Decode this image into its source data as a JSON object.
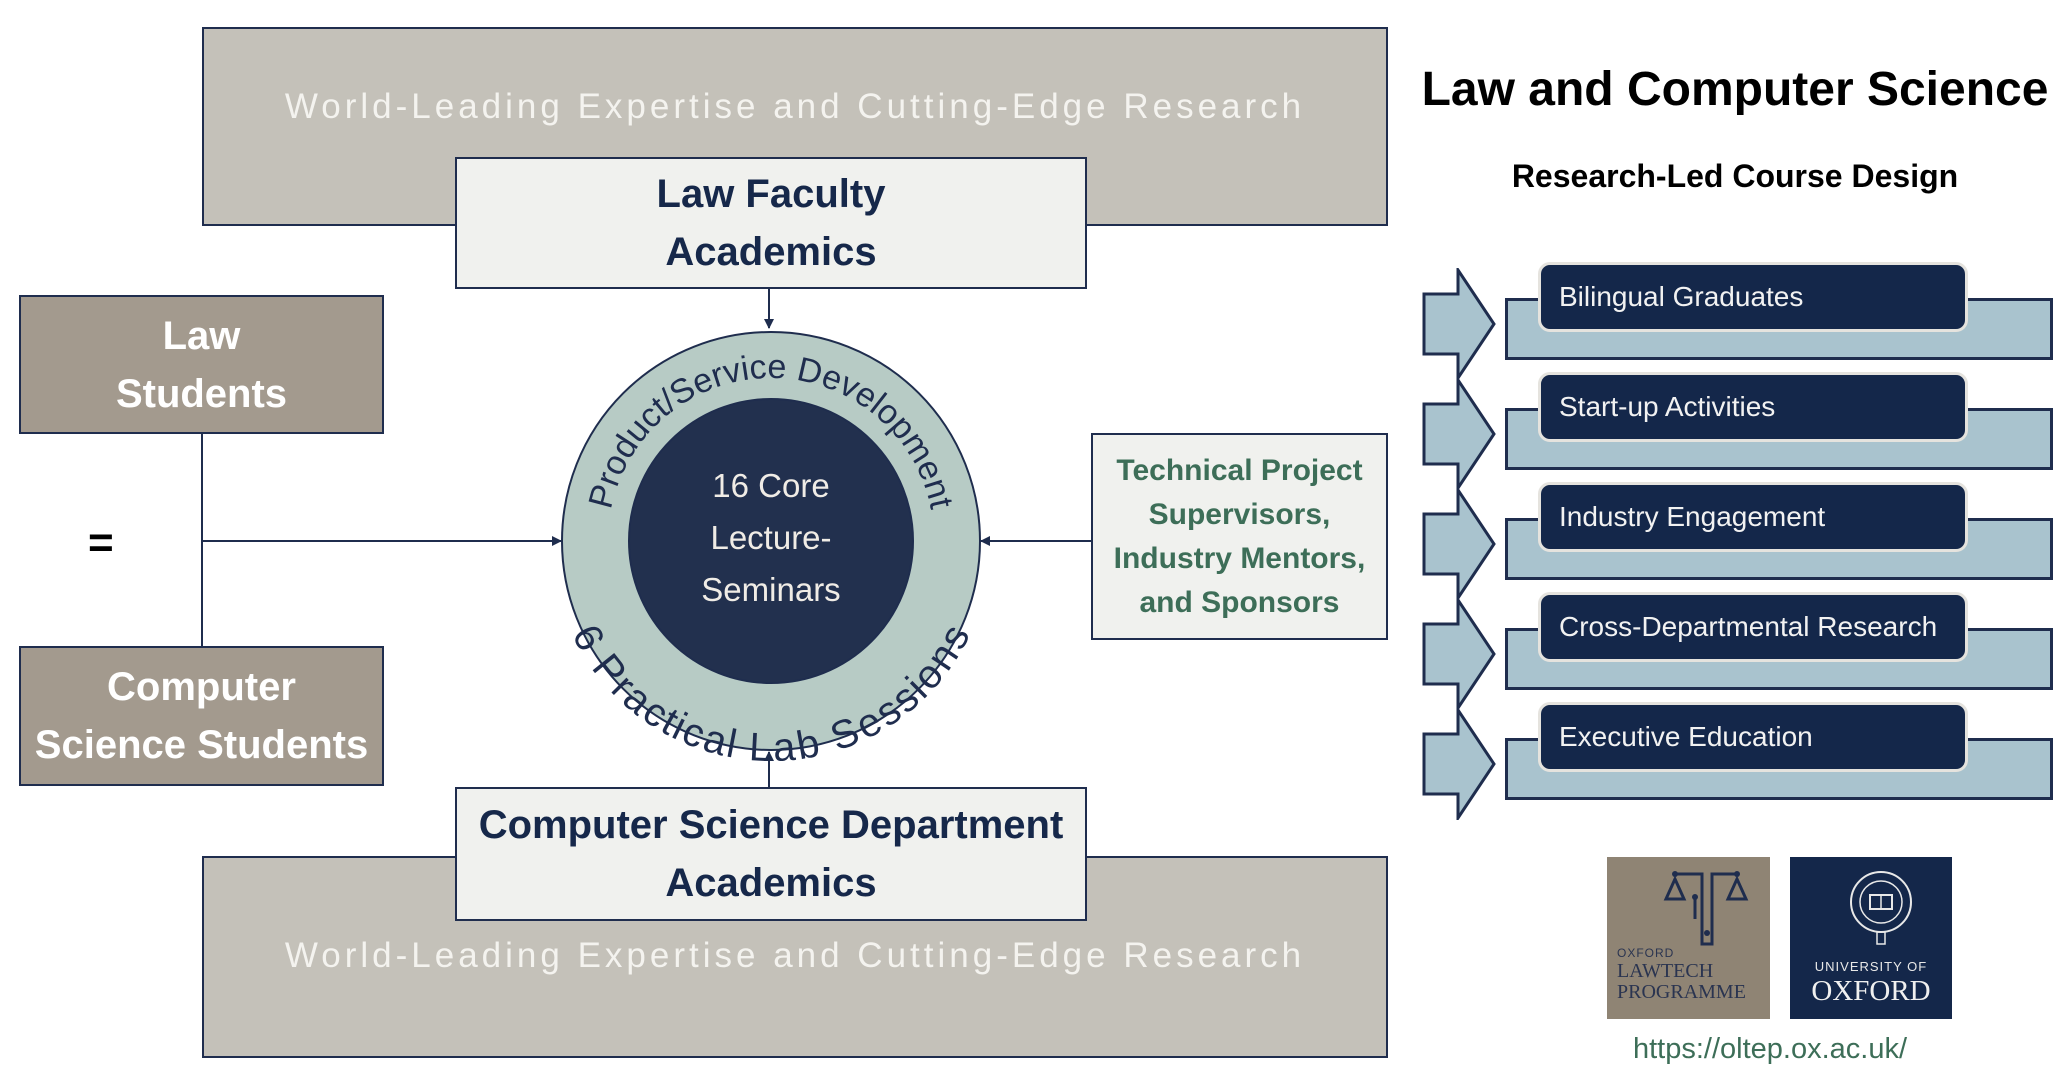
{
  "top_band": {
    "text": "World-Leading Expertise and Cutting-Edge Research"
  },
  "bottom_band": {
    "text": "World-Leading Expertise and Cutting-Edge Research"
  },
  "law_faculty": {
    "line1": "Law Faculty",
    "line2": "Academics"
  },
  "cs_department": {
    "line1": "Computer Science Department",
    "line2": "Academics"
  },
  "law_students": {
    "line1": "Law",
    "line2": "Students"
  },
  "cs_students": {
    "line1": "Computer",
    "line2": "Science Students"
  },
  "equals": "=",
  "circle": {
    "outer_top": "Product/Service Development",
    "outer_bottom": "6 Practical Lab Sessions",
    "inner_line1": "16 Core",
    "inner_line2": "Lecture-",
    "inner_line3": "Seminars"
  },
  "technical": {
    "line1": "Technical Project",
    "line2": "Supervisors,",
    "line3": "Industry Mentors,",
    "line4": "and Sponsors"
  },
  "header": {
    "title": "Law and Computer Science",
    "subtitle": "Research-Led Course Design"
  },
  "outcomes": [
    {
      "label": "Bilingual Graduates"
    },
    {
      "label": "Start-up Activities"
    },
    {
      "label": "Industry Engagement"
    },
    {
      "label": "Cross-Departmental Research"
    },
    {
      "label": "Executive Education"
    }
  ],
  "logos": {
    "lawtech": {
      "line1": "OXFORD",
      "line2": "LAWTECH",
      "line3": "PROGRAMME"
    },
    "oxford": {
      "line1": "UNIVERSITY OF",
      "line2": "OXFORD"
    }
  },
  "url": "https://oltep.ox.ac.uk/",
  "colors": {
    "navy": "#14274a",
    "ring": "#b7cbc5",
    "band": "#c4c1b9",
    "student": "#a39a8e",
    "green": "#3d6e58",
    "bar": "#a9c3ce"
  }
}
